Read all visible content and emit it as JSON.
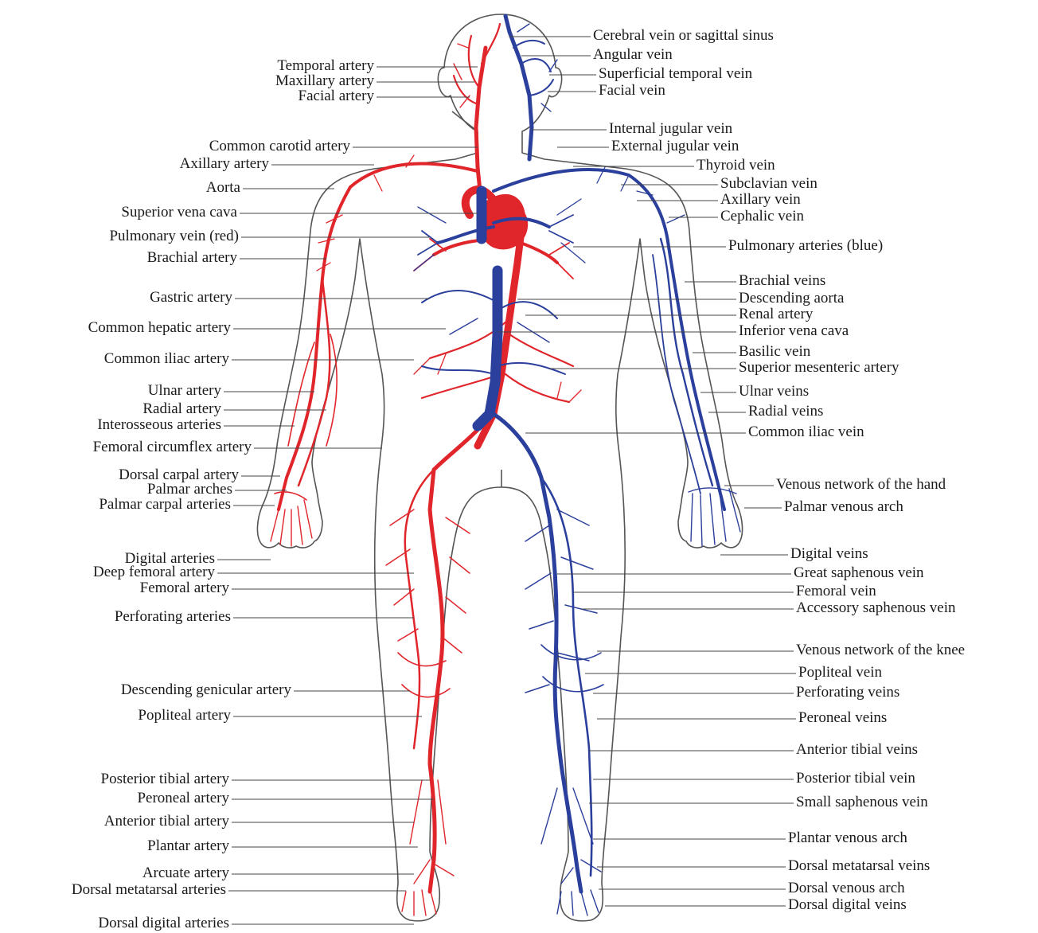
{
  "colors": {
    "artery": "#e0252b",
    "vein": "#2b3f9c",
    "outline": "#555555",
    "leader": "#444444",
    "text": "#1a1a1a"
  },
  "left_labels": [
    "Temporal artery",
    "Maxillary artery",
    "Facial artery",
    "Common carotid artery",
    "Axillary artery",
    "Aorta",
    "Superior vena cava",
    "Pulmonary vein (red)",
    "Brachial artery",
    "Gastric artery",
    "Common hepatic artery",
    "Common iliac artery",
    "Ulnar artery",
    "Radial artery",
    "Interosseous arteries",
    "Femoral circumflex artery",
    "Dorsal carpal artery",
    "Palmar arches",
    "Palmar carpal arteries",
    "Digital arteries",
    "Deep femoral artery",
    "Femoral artery",
    "Perforating arteries",
    "Descending genicular artery",
    "Popliteal artery",
    "Posterior tibial artery",
    "Peroneal artery",
    "Anterior tibial artery",
    "Plantar artery",
    "Arcuate artery",
    "Dorsal metatarsal arteries",
    "Dorsal digital arteries"
  ],
  "right_labels": [
    "Cerebral vein or sagittal sinus",
    "Angular vein",
    "Superficial temporal vein",
    "Facial vein",
    "Internal jugular vein",
    "External jugular vein",
    "Thyroid vein",
    "Subclavian vein",
    "Axillary vein",
    "Cephalic vein",
    "Pulmonary arteries (blue)",
    "Brachial veins",
    "Descending aorta",
    "Renal artery",
    "Inferior vena cava",
    "Basilic vein",
    "Superior mesenteric artery",
    "Ulnar veins",
    "Radial veins",
    "Common iliac vein",
    "Venous network of the hand",
    "Palmar venous arch",
    "Digital veins",
    "Great saphenous vein",
    "Femoral vein",
    "Accessory saphenous vein",
    "Venous network of the knee",
    "Popliteal vein",
    "Perforating veins",
    "Peroneal veins",
    "Anterior tibial veins",
    "Posterior tibial vein",
    "Small saphenous vein",
    "Plantar venous arch",
    "Dorsal metatarsal veins",
    "Dorsal venous arch",
    "Dorsal digital veins"
  ]
}
